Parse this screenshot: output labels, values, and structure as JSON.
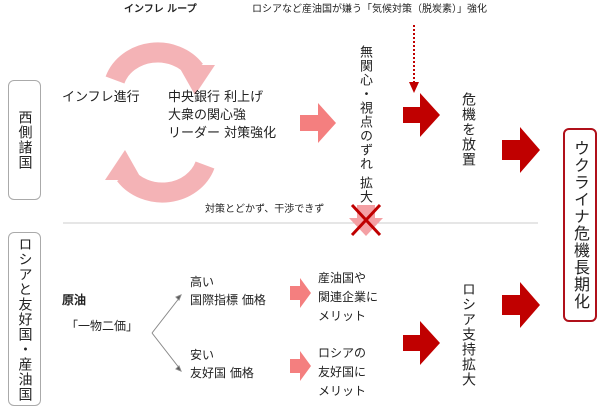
{
  "loop_label": "インフレ ループ",
  "climate_note": "ロシアなど産油国が嫌う「気候対策（脱炭素）」強化",
  "west": {
    "label": "西側諸国",
    "inflation": "インフレ進行",
    "lines": [
      "中央銀行 利上げ",
      "大衆の関心強",
      "リーダー 対策強化"
    ],
    "gap": "無関心・視点のずれ 拡大",
    "neglect": "危機を放置"
  },
  "blocked": "対策とどかず、干渉できず",
  "russia": {
    "label": "ロシアと友好国・産油国",
    "oil": "原油",
    "two_prices": "「一物二価」",
    "high": [
      "高い",
      "国際指標 価格"
    ],
    "high_result": [
      "産油国や",
      "関連企業に",
      "メリット"
    ],
    "low": [
      "安い",
      "友好国 価格"
    ],
    "low_result": [
      "ロシアの",
      "友好国に",
      "メリット"
    ],
    "support": "ロシア支持拡大"
  },
  "result": "ウクライナ危機長期化",
  "colors": {
    "pink": "#f4a9ad",
    "salmon": "#f47f7f",
    "dark_red": "#c00000"
  }
}
